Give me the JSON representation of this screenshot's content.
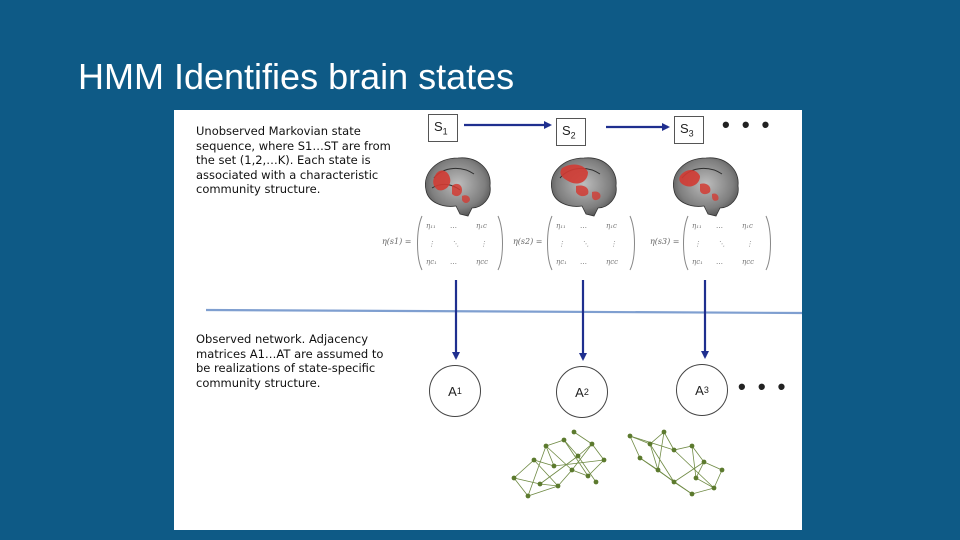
{
  "slide": {
    "title": "HMM Identifies brain states"
  },
  "figure": {
    "top_description": "Unobserved Markovian state sequence, where S1…ST are from the set (1,2,…K). Each state is associated with a characteristic community structure.",
    "bottom_description": "Observed network. Adjacency matrices A1…AT are assumed to be realizations of state-specific community structure.",
    "states": [
      {
        "letter": "S",
        "sub": "1"
      },
      {
        "letter": "S",
        "sub": "2"
      },
      {
        "letter": "S",
        "sub": "3"
      }
    ],
    "adjacency": [
      {
        "letter": "A",
        "sub": "1"
      },
      {
        "letter": "A",
        "sub": "2"
      },
      {
        "letter": "A",
        "sub": "3"
      }
    ],
    "ellipsis": "• • •",
    "matrix_labels": [
      "η(s1) =",
      "η(s2) =",
      "η(s3) ="
    ],
    "colors": {
      "background": "#0e5a86",
      "arrow": "#1f2f8f",
      "divider": "#7f9fd0",
      "brain_highlight": "#d23b33",
      "network_node": "#5c7a2e"
    }
  }
}
